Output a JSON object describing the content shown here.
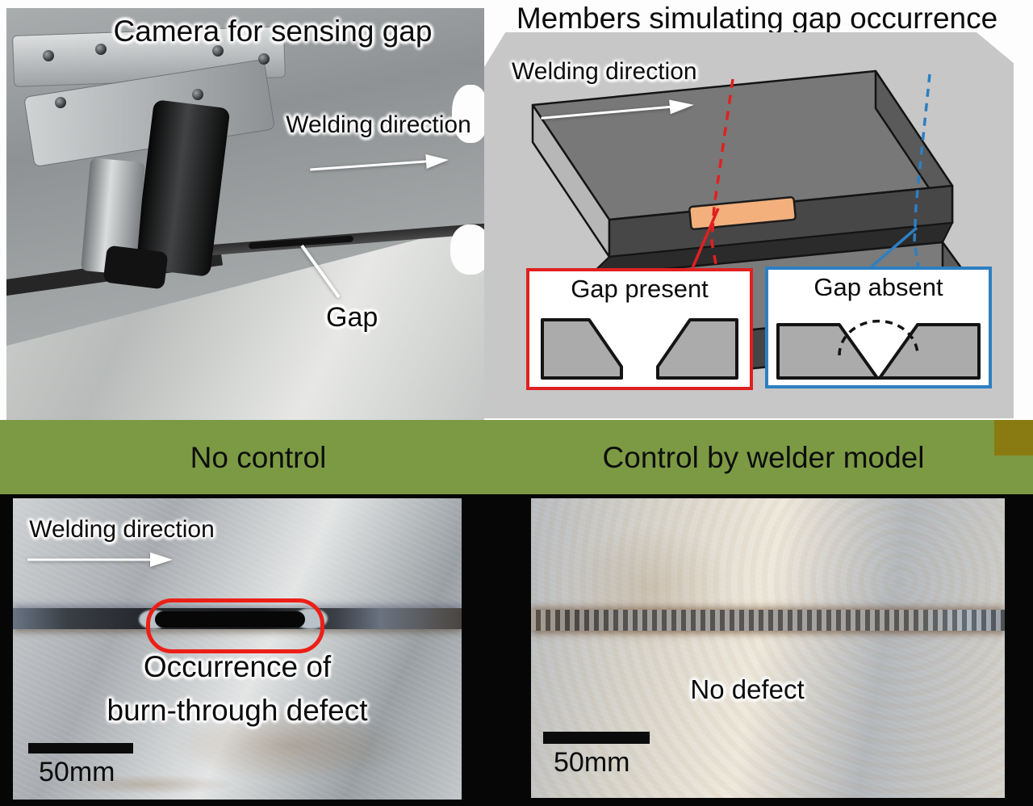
{
  "figure": {
    "top_left": {
      "title": "Camera for sensing gap",
      "welding_direction": "Welding direction",
      "gap_label": "Gap"
    },
    "top_right": {
      "title": "Members simulating gap occurrence",
      "welding_direction": "Welding direction",
      "gap_present_label": "Gap present",
      "gap_absent_label": "Gap absent"
    },
    "banner": {
      "left": "No control",
      "right": "Control by welder model"
    },
    "bottom_left": {
      "welding_direction": "Welding direction",
      "defect_line1": "Occurrence of",
      "defect_line2": "burn-through defect",
      "scale": "50mm"
    },
    "bottom_right": {
      "label": "No defect",
      "scale": "50mm"
    }
  },
  "colors": {
    "banner_green": "#7c9a44",
    "banner_corner": "#8a7a12",
    "accent_red": "#e02020",
    "accent_blue": "#2d7fc1",
    "shim_orange": "#f3b07d",
    "panel_gray": "#c7c7c7"
  }
}
